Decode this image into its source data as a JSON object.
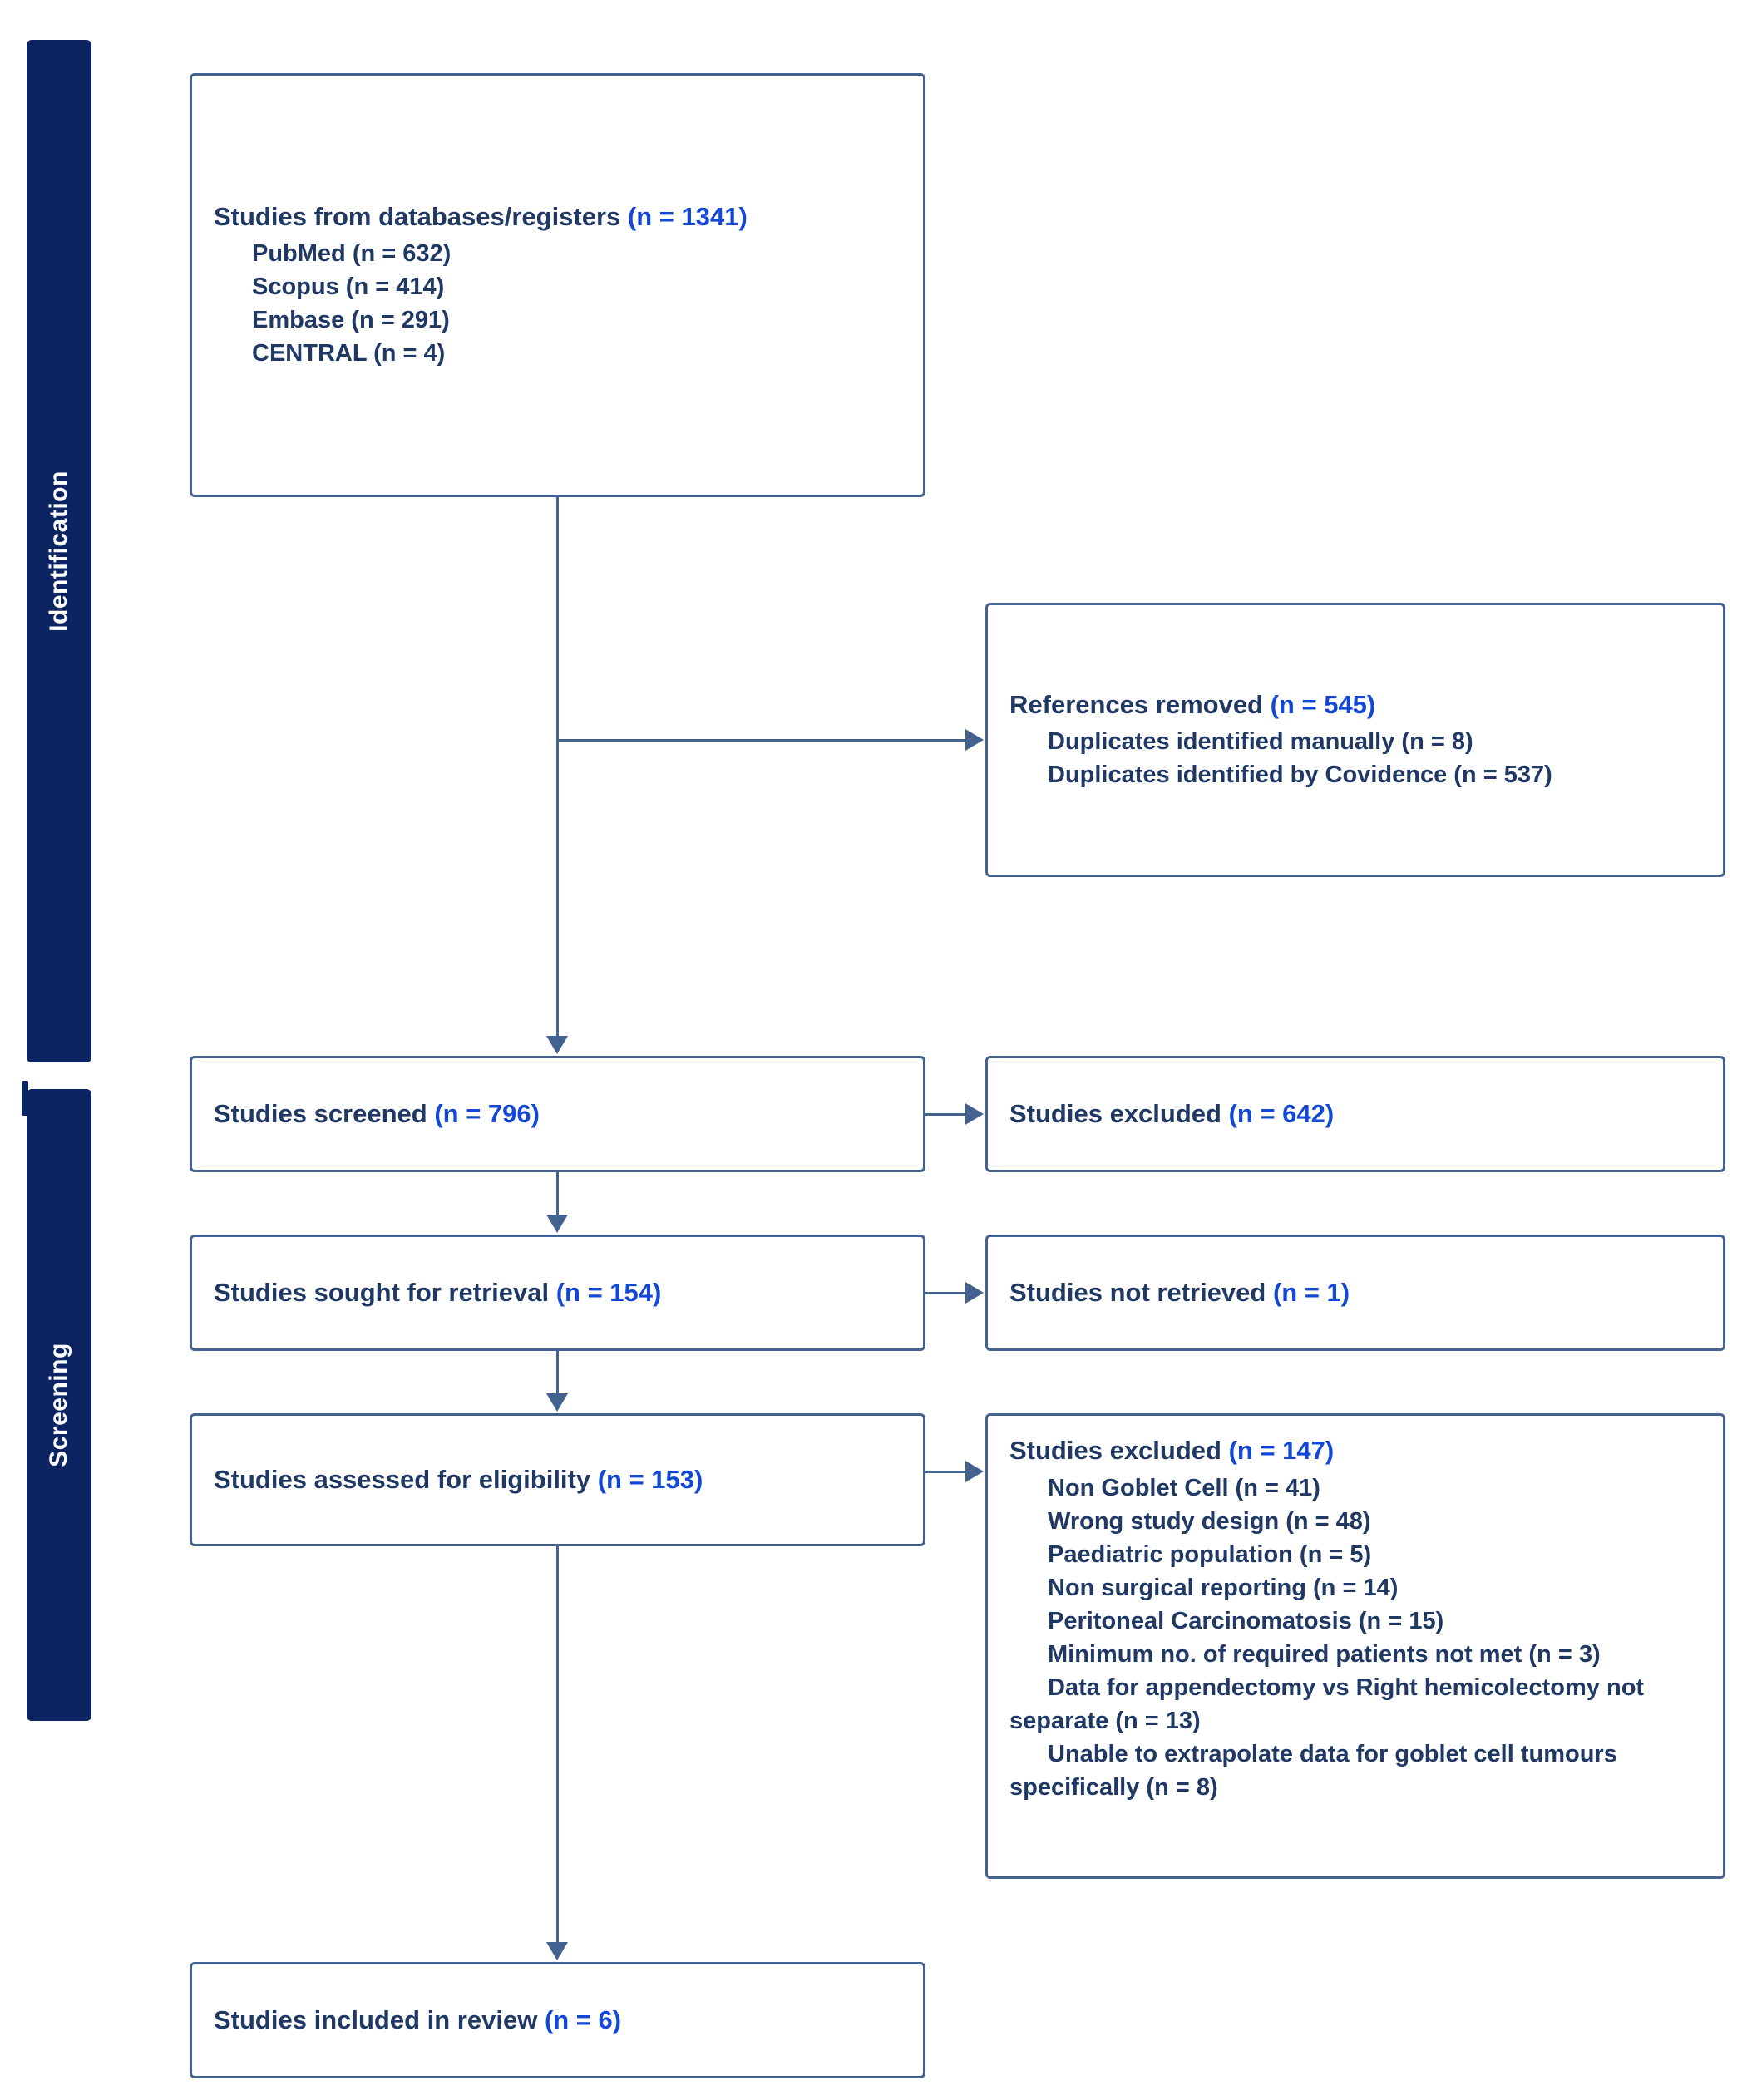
{
  "diagram": {
    "type": "prisma-flow-diagram",
    "colors": {
      "phase_bar": "#0C2461",
      "box_border": "#44628F",
      "text": "#1F3864",
      "count_accent": "#1348D6",
      "background": "#FFFFFF"
    },
    "phases": [
      {
        "id": "identification",
        "label": "Identification"
      },
      {
        "id": "screening",
        "label": "Screening"
      }
    ],
    "boxes": {
      "databases": {
        "title_text": "Studies from databases/registers ",
        "title_count": "(n = 1341)",
        "items": [
          "PubMed (n = 632)",
          "Scopus (n = 414)",
          "Embase (n = 291)",
          "CENTRAL (n = 4)"
        ]
      },
      "references_removed": {
        "title_text": "References removed ",
        "title_count": "(n = 545)",
        "items": [
          "Duplicates identified manually (n = 8)",
          "Duplicates identified by Covidence (n = 537)"
        ]
      },
      "screened": {
        "title_text": "Studies screened ",
        "title_count": "(n = 796)",
        "items": []
      },
      "screened_excluded": {
        "title_text": "Studies excluded ",
        "title_count": "(n = 642)",
        "items": []
      },
      "sought_retrieval": {
        "title_text": "Studies sought for retrieval ",
        "title_count": "(n = 154)",
        "items": []
      },
      "not_retrieved": {
        "title_text": "Studies not retrieved ",
        "title_count": "(n = 1)",
        "items": []
      },
      "assessed_eligibility": {
        "title_text": "Studies assessed for eligibility ",
        "title_count": "(n = 153)",
        "items": []
      },
      "eligibility_excluded": {
        "title_text": "Studies excluded ",
        "title_count": "(n = 147)",
        "items": [
          "Non Goblet Cell (n = 41)",
          "Wrong study design (n = 48)",
          "Paediatric population (n = 5)",
          "Non surgical reporting (n = 14)",
          "Peritoneal Carcinomatosis (n = 15)",
          "Minimum no. of required patients not met (n = 3)",
          "Data for appendectomy vs Right hemicolectomy not separate (n = 13)",
          "Unable to extrapolate data for goblet cell tumours specifically (n = 8)"
        ]
      },
      "included": {
        "title_text": "Studies included in review ",
        "title_count": "(n = 6)",
        "items": []
      }
    }
  }
}
